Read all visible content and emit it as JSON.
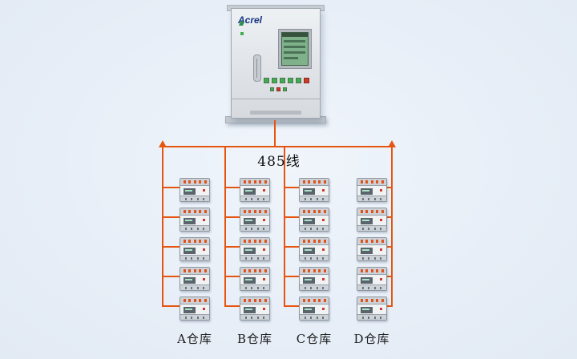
{
  "diagram": {
    "bus_label": "485线",
    "cabinet": {
      "brand": "Acrel"
    },
    "columns": [
      {
        "label": "A仓库",
        "device_count": 5
      },
      {
        "label": "B仓库",
        "device_count": 5
      },
      {
        "label": "C仓库",
        "device_count": 5
      },
      {
        "label": "D仓库",
        "device_count": 5
      }
    ],
    "colors": {
      "line": "#e6550f",
      "background": "#e9eff7",
      "brand_blue": "#16357e"
    }
  }
}
